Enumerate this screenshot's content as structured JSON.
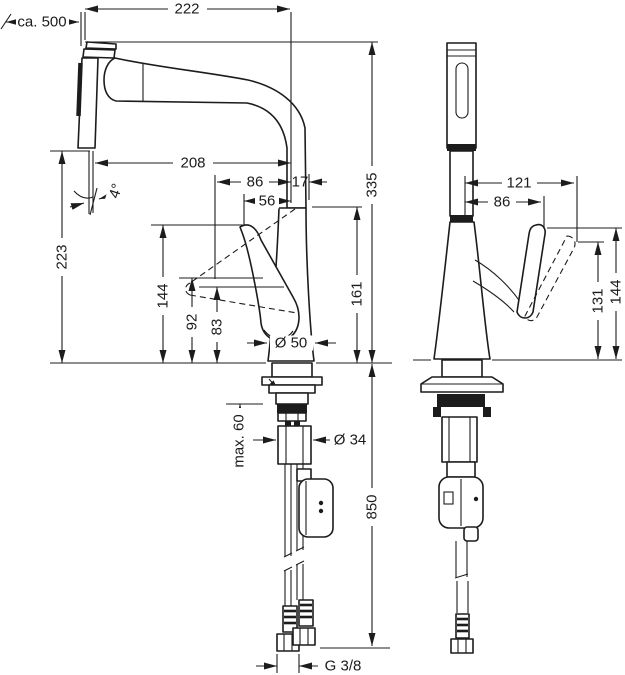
{
  "colors": {
    "line": "#1c1c1c",
    "background": "#ffffff"
  },
  "side_view": {
    "hose_pullout": "ca. 500",
    "spout_reach_overall": "222",
    "spout_reach": "208",
    "handle_offset": "86",
    "spout_edge_offset": "17",
    "handle_offset_inner": "56",
    "spray_angle": "4°",
    "spray_height": "223",
    "handle_tip_height": "144",
    "handle_mid_height": "92",
    "handle_low_height": "83",
    "spout_outlet_height": "161",
    "total_height": "335",
    "base_diameter": "Ø 50",
    "counter_thickness": "max. 60",
    "shank_diameter": "Ø 34",
    "hose_length": "850",
    "connection_thread": "G 3/8"
  },
  "front_view": {
    "handle_reach_open": "121",
    "handle_reach": "86",
    "handle_height_open": "131",
    "handle_height": "144"
  }
}
